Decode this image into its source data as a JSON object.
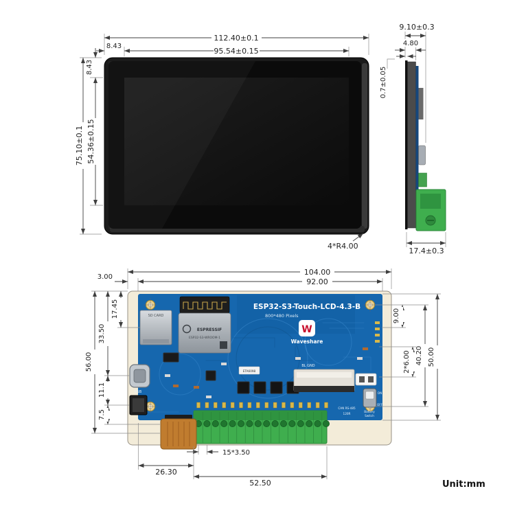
{
  "front": {
    "dim_width_outer": "112.40±0.1",
    "dim_width_active": "95.54±0.15",
    "dim_margin_top": "8.43",
    "dim_margin_left": "8.43",
    "dim_height_outer": "75.10±0.1",
    "dim_height_active": "54.36±0.15",
    "dim_corner": "4*R4.00"
  },
  "side": {
    "dim_depth_total": "9.10±0.3",
    "dim_depth_body": "4.80",
    "dim_glass": "0.7±0.05",
    "dim_width": "17.4±0.3"
  },
  "pcb": {
    "dim_width_outer": "104.00",
    "dim_width_inner": "92.00",
    "dim_margin_left": "3.00",
    "dim_sd_offset": "17.45",
    "dim_usb_offset": "33.50",
    "dim_panel_height": "56.00",
    "dim_conn_offset": "11.1",
    "dim_fpc_offset": "7.5",
    "dim_hole_offset": "9.00",
    "dim_pair_spacing": "2*6.00",
    "dim_hole_span": "40.20",
    "dim_board_height": "50.00",
    "dim_terminal_offset": "26.30",
    "dim_terminal_span": "52.50",
    "dim_terminal_pitch": "15*3.50",
    "title": "ESP32-S3-Touch-LCD-4.3-B",
    "subtitle": "800*480 Pixels",
    "brand": "Waveshare",
    "brand_initial": "W",
    "module_brand": "ESPRESSIF",
    "module_name": "ESP32-S3-WROOM-1",
    "label_sd": "SD CARD",
    "label_usb": "USB",
    "label_bl": "BL GND",
    "label_eta": "ETA6098",
    "label_on": "ON",
    "label_off": "OFF",
    "label_battery": "Battery",
    "label_switch": "Switch",
    "label_can": "CAN RS-485",
    "label_120r": "120R"
  },
  "footer": {
    "unit": "Unit:mm"
  }
}
